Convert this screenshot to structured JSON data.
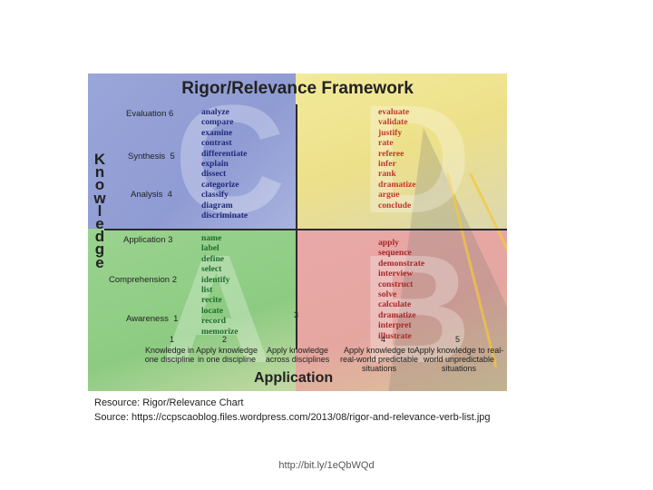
{
  "title": "Rigor/Relevance Framework",
  "knowledge_axis": {
    "label_letters": [
      "K",
      "n",
      "o",
      "w",
      "l",
      "e",
      "d",
      "g",
      "e"
    ],
    "levels": [
      {
        "name": "Evaluation",
        "num": "6"
      },
      {
        "name": "Synthesis",
        "num": "5"
      },
      {
        "name": "Analysis",
        "num": "4"
      },
      {
        "name": "Application",
        "num": "3"
      },
      {
        "name": "Comprehension",
        "num": "2"
      },
      {
        "name": "Awareness",
        "num": "1"
      }
    ]
  },
  "quadrant_letters": {
    "top_left": "C",
    "top_right": "D",
    "bottom_left": "A",
    "bottom_right": "B"
  },
  "quadrants": {
    "C": [
      "analyze",
      "compare",
      "examine",
      "contrast",
      "differentiate",
      "explain",
      "dissect",
      "categorize",
      "classify",
      "diagram",
      "discriminate"
    ],
    "D": [
      "evaluate",
      "validate",
      "justify",
      "rate",
      "referee",
      "infer",
      "rank",
      "dramatize",
      "argue",
      "conclude"
    ],
    "A": [
      "name",
      "label",
      "define",
      "select",
      "identify",
      "list",
      "recite",
      "locate",
      "record",
      "memorize"
    ],
    "B": [
      "apply",
      "sequence",
      "demonstrate",
      "interview",
      "construct",
      "solve",
      "calculate",
      "dramatize",
      "interpret",
      "illustrate"
    ]
  },
  "application_axis": {
    "label": "Application",
    "levels": [
      {
        "num": "1",
        "desc": [
          "Knowledge in",
          "one discipline"
        ]
      },
      {
        "num": "2",
        "desc": [
          "Apply  knowledge",
          "in  one discipline"
        ]
      },
      {
        "num": "3",
        "desc": [
          "Apply knowledge",
          "across disciplines"
        ]
      },
      {
        "num": "4",
        "desc": [
          "Apply knowledge to",
          "real-world predictable",
          "situations"
        ]
      },
      {
        "num": "5",
        "desc": [
          "Apply knowledge to real-",
          "world unpredictable",
          "situations"
        ]
      }
    ]
  },
  "caption": {
    "line1": "Resource:  Rigor/Relevance Chart",
    "line2": "Source: https://ccpscaoblog.files.wordpress.com/2013/08/rigor-and-relevance-verb-list.jpg"
  },
  "footer_url": "http://bit.ly/1eQbWQd"
}
